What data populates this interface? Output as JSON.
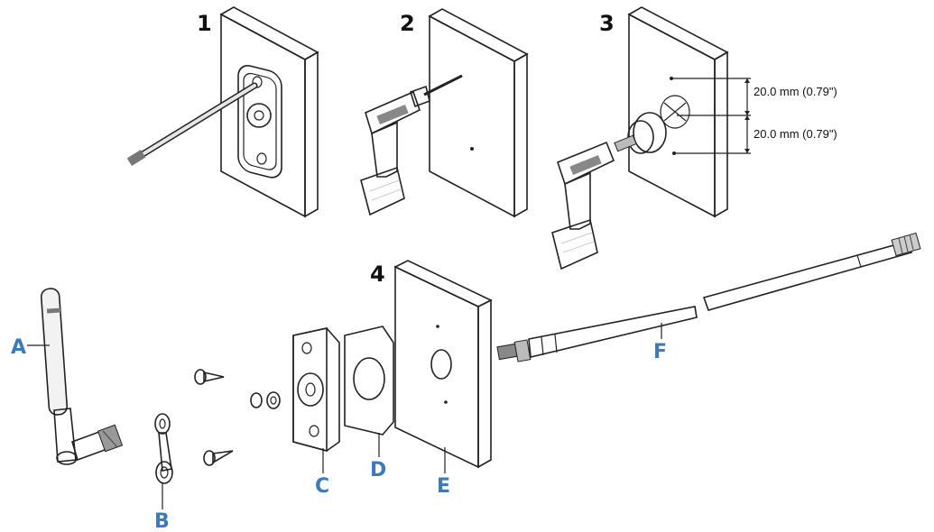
{
  "steps": {
    "s1": "1",
    "s2": "2",
    "s3": "3",
    "s4": "4"
  },
  "dimensions": {
    "d1": "20.0 mm (0.79\")",
    "d2": "20.0 mm (0.79\")"
  },
  "parts": {
    "a": "A",
    "b": "B",
    "c": "C",
    "d": "D",
    "e": "E",
    "f": "F"
  },
  "colors": {
    "label": "#3f7ab8",
    "line": "#222222",
    "fill_light": "#f4f4f4",
    "fill_side": "#555555"
  }
}
